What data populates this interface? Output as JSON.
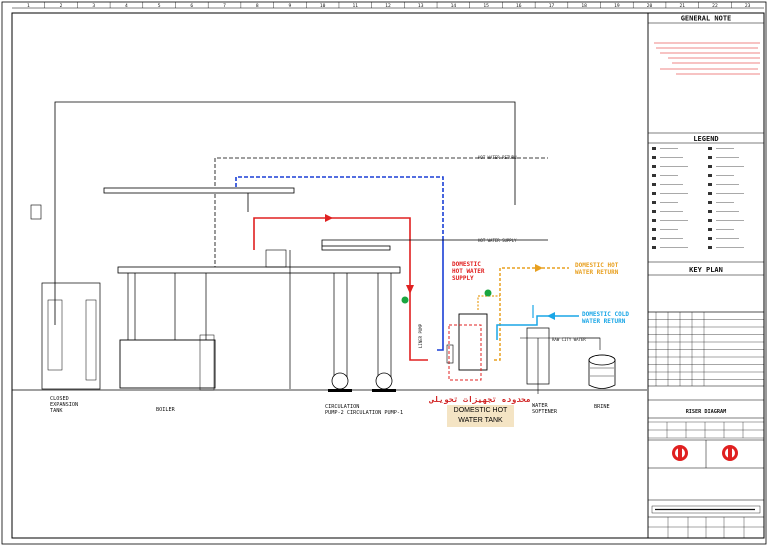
{
  "column_numbers": [
    "1",
    "2",
    "3",
    "4",
    "5",
    "6",
    "7",
    "8",
    "9",
    "10",
    "11",
    "12",
    "13",
    "14",
    "15",
    "16",
    "17",
    "18",
    "19",
    "20",
    "21",
    "22",
    "23"
  ],
  "panel": {
    "general_note_title": "GENERAL NOTE",
    "legend_title": "LEGEND",
    "key_plan_title": "KEY PLAN"
  },
  "pipe_labels": {
    "hot_water_return": "HOT WATER RETURN",
    "hot_water_supply": "HOT WATER SUPPLY",
    "dhw_supply": "DOMESTIC\nHOT WATER\nSUPPLY",
    "dhw_return": "DOMESTIC HOT\nWATER RETURN",
    "dcw_return": "DOMESTIC COLD\nWATER RETURN",
    "liner_pump": "LINER PUMP",
    "raw_city_water": "RAW CITY WATER"
  },
  "equipment": {
    "expansion_tank": "CLOSED\nEXPANSION\nTANK",
    "boiler": "BOILER",
    "circ_pump": "CIRCULATION\nPUMP-2  CIRCULATION PUMP-1",
    "water_softener": "WATER\nSOFTENER",
    "brine": "BRINE",
    "dhw_tank_callout": "محدوده تجهیزات تحویلی",
    "dhw_tank_title_1": "DOMESTIC HOT",
    "dhw_tank_title_2": "WATER TANK"
  },
  "drawing_title": "RISER DIAGRAM",
  "colors": {
    "hot": "#e02020",
    "blue": "#1a3fd6",
    "cyan": "#1aa6e6",
    "orange": "#e8a020",
    "green": "#1aa640",
    "callout_red": "#d02020",
    "note_red": "#e01010",
    "tank_box": "#f4e4c4"
  }
}
